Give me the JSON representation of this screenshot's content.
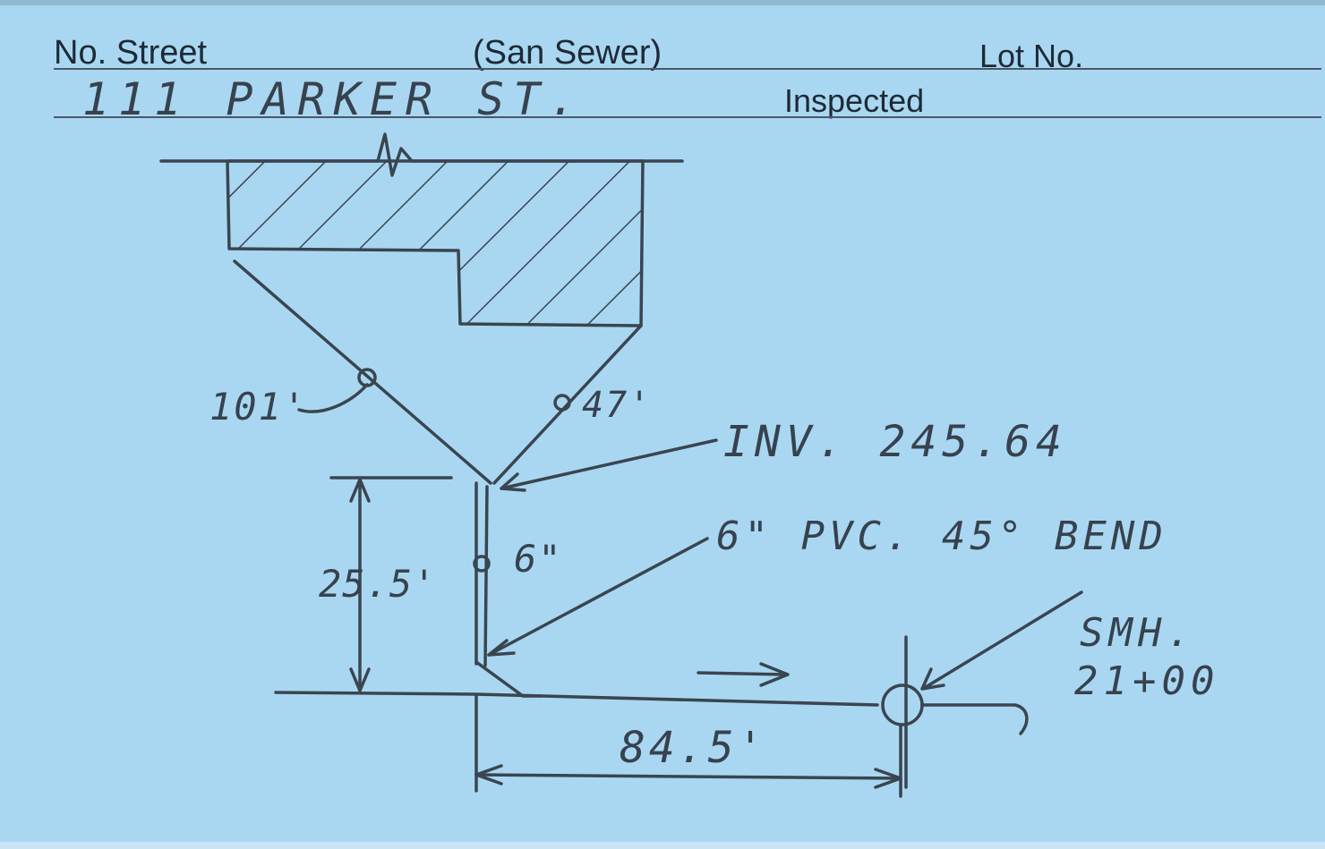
{
  "form": {
    "street_label": "No. Street",
    "service_label": "(San Sewer)",
    "lot_label": "Lot No.",
    "inspected_label": "Inspected"
  },
  "entry": {
    "address": "111 PARKER ST."
  },
  "sketch": {
    "dim_101": "101'",
    "dim_47": "47'",
    "invert": "INV. 245.64",
    "dim_25_5": "25.5'",
    "pipe_size": "6\"",
    "fitting": "6\" PVC. 45° BEND",
    "manhole_label": "SMH.",
    "manhole_station": "21+00",
    "dim_84_5": "84.5'"
  },
  "colors": {
    "card": "#a9d7f1",
    "ink": "#3a4550",
    "print": "#1e2a36"
  }
}
